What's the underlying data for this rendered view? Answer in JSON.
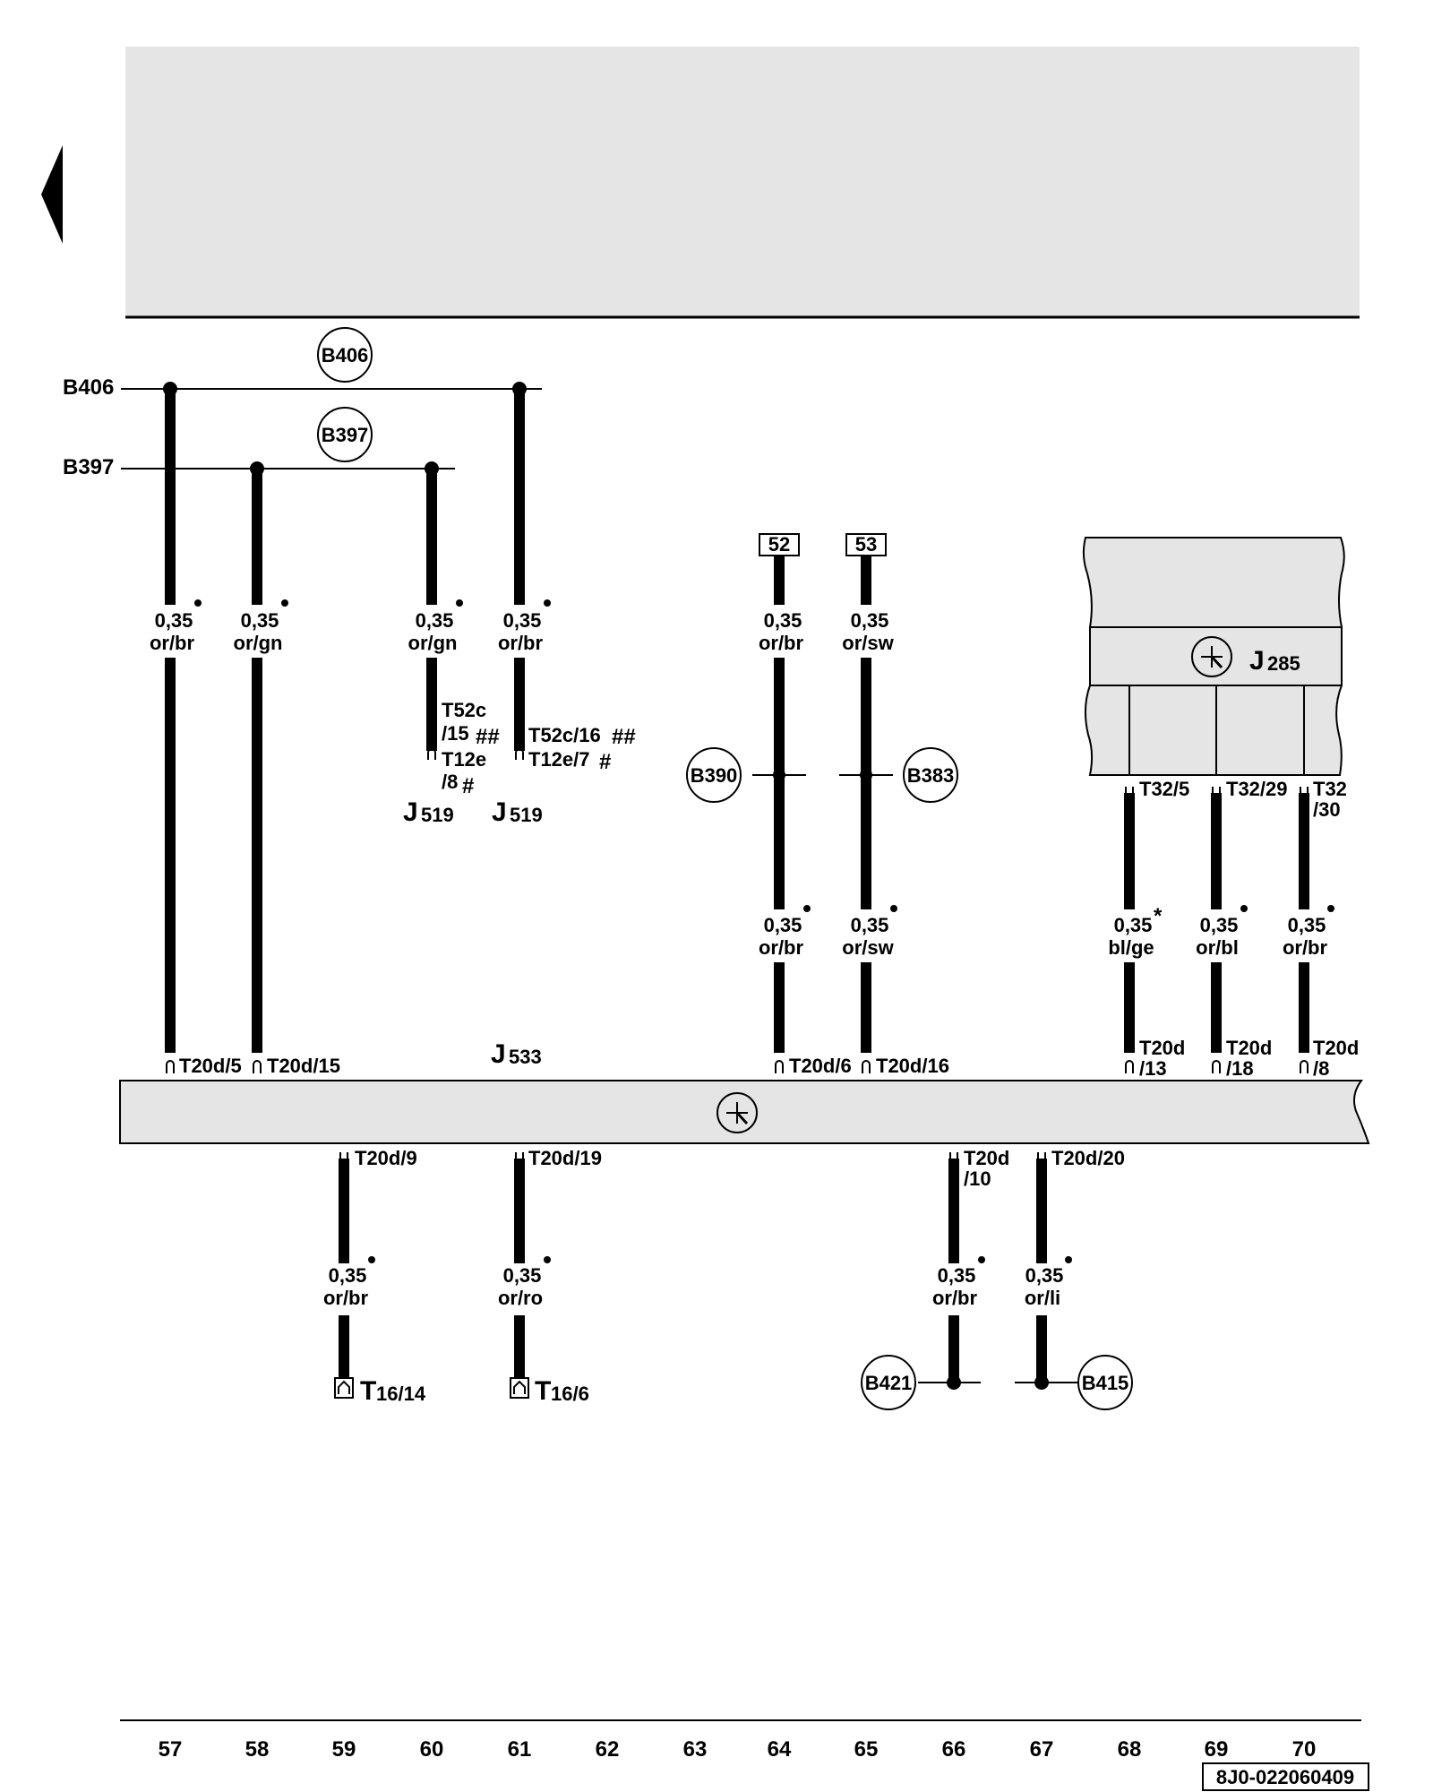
{
  "nav": {
    "prev_page_arrow": "back-arrow-icon"
  },
  "busbars": {
    "b406": {
      "label": "B406",
      "marker": "B406"
    },
    "b397": {
      "label": "B397",
      "marker": "B397"
    }
  },
  "wires": {
    "w57": {
      "gauge": "0,35",
      "color": "or/br",
      "pin": "T20d/5"
    },
    "w58": {
      "gauge": "0,35",
      "color": "or/gn",
      "pin": "T20d/15"
    },
    "w60": {
      "gauge": "0,35",
      "color": "or/gn",
      "conn_a": "T52c",
      "conn_b": "/15",
      "mark_a": "##",
      "conn_c": "T12e",
      "conn_d": "/8",
      "mark_b": "#",
      "dest": "J",
      "dest_sub": "519"
    },
    "w61": {
      "gauge": "0,35",
      "color": "or/br",
      "conn_a": "T52c/16",
      "mark_a": "##",
      "conn_c": "T12e/7",
      "mark_b": "#",
      "dest": "J",
      "dest_sub": "519"
    },
    "w64": {
      "box": "52",
      "gauge": "0,35",
      "color": "or/br",
      "marker": "B390",
      "gauge2": "0,35",
      "color2": "or/br",
      "pin": "T20d/6"
    },
    "w65": {
      "box": "53",
      "gauge": "0,35",
      "color": "or/sw",
      "marker": "B383",
      "gauge2": "0,35",
      "color2": "or/sw",
      "pin": "T20d/16"
    },
    "w68": {
      "top_pin": "T32/5",
      "gauge": "0,35",
      "color": "bl/ge",
      "mark": "*",
      "pin_a": "T20d",
      "pin_b": "/13"
    },
    "w69": {
      "top_pin": "T32/29",
      "gauge": "0,35",
      "color": "or/bl",
      "pin_a": "T20d",
      "pin_b": "/18"
    },
    "w70": {
      "top_pin_a": "T32",
      "top_pin_b": "/30",
      "gauge": "0,35",
      "color": "or/br",
      "pin_a": "T20d",
      "pin_b": "/8"
    },
    "w59": {
      "pin": "T20d/9",
      "gauge": "0,35",
      "color": "or/br",
      "dest": "T",
      "dest_sub": "16/14"
    },
    "w61b": {
      "pin": "T20d/19",
      "gauge": "0,35",
      "color": "or/ro",
      "dest": "T",
      "dest_sub": "16/6"
    },
    "w66": {
      "pin_a": "T20d",
      "pin_b": "/10",
      "gauge": "0,35",
      "color": "or/br",
      "marker": "B421"
    },
    "w67": {
      "pin": "T20d/20",
      "gauge": "0,35",
      "color": "or/li",
      "marker": "B415"
    }
  },
  "components": {
    "j533": {
      "label": "J",
      "sub": "533",
      "icon": "control-unit-icon"
    },
    "j285": {
      "label": "J",
      "sub": "285",
      "icon": "control-unit-icon"
    }
  },
  "footer": {
    "tracks": [
      "57",
      "58",
      "59",
      "60",
      "61",
      "62",
      "63",
      "64",
      "65",
      "66",
      "67",
      "68",
      "69",
      "70"
    ],
    "doc_id": "8J0-022060409"
  }
}
